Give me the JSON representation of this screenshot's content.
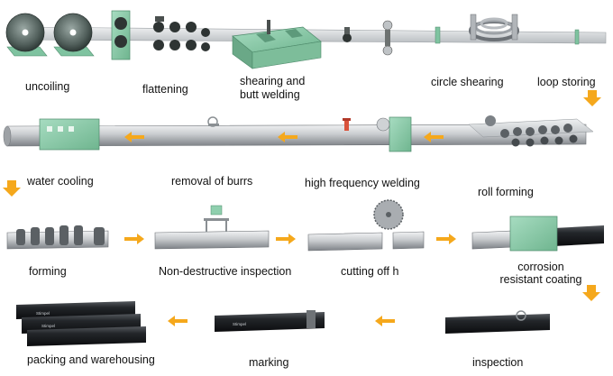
{
  "steps": {
    "uncoiling": "uncoiling",
    "flattening": "flattening",
    "shearing_line1": "shearing and",
    "shearing_line2": "butt welding",
    "circle_shearing": "circle shearing",
    "loop_storing": "loop storing",
    "water_cooling": "water cooling",
    "removal_of_burrs": "removal of burrs",
    "hf_welding": "high frequency welding",
    "roll_forming": "roll forming",
    "forming": "forming",
    "ndt": "Non-destructive inspection",
    "cutting_off": "cutting off h",
    "corrosion_line1": "corrosion",
    "corrosion_line2": "resistant coating",
    "inspection": "inspection",
    "marking": "marking",
    "packing": "packing and warehousing"
  },
  "pipe_markings": [
    "Stimpel",
    "Stimpel",
    "Stimpel"
  ],
  "colors": {
    "arrow": "#f5a81c",
    "machine_green": "#8fcfae",
    "steel_light": "#d7d9db",
    "steel_dark": "#5b5e62",
    "coating_black": "#1d1f22",
    "hf_coil": "#d9533b"
  },
  "icons": [
    "arrow-right-icon",
    "arrow-left-icon",
    "arrow-down-icon"
  ]
}
